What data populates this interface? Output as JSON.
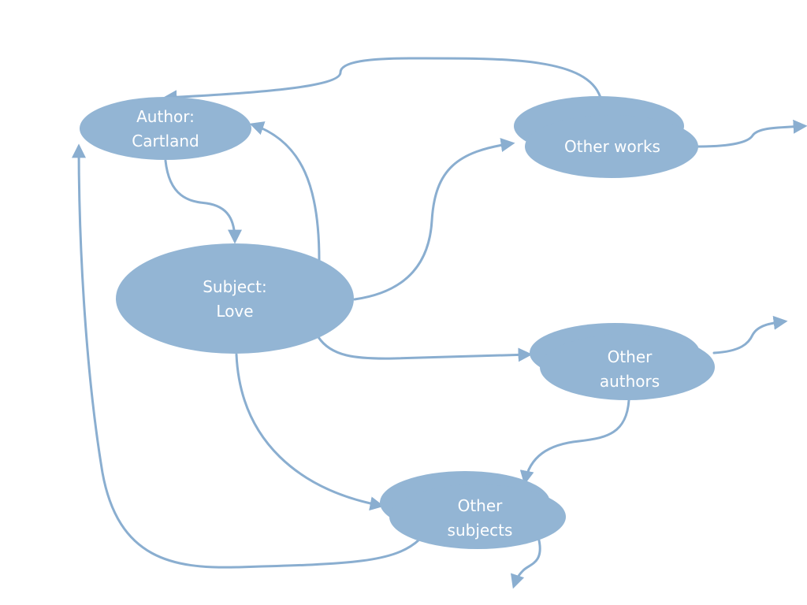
{
  "colors": {
    "node": "#93b5d4",
    "edge": "#8aaed0",
    "text": "#ffffff",
    "background": "#ffffff"
  },
  "nodes": {
    "author": {
      "line1": "Author:",
      "line2": "Cartland"
    },
    "subject": {
      "line1": "Subject:",
      "line2": "Love"
    },
    "other_works": {
      "line1": "Other works"
    },
    "other_authors": {
      "line1": "Other",
      "line2": "authors"
    },
    "other_subjects": {
      "line1": "Other",
      "line2": "subjects"
    }
  }
}
